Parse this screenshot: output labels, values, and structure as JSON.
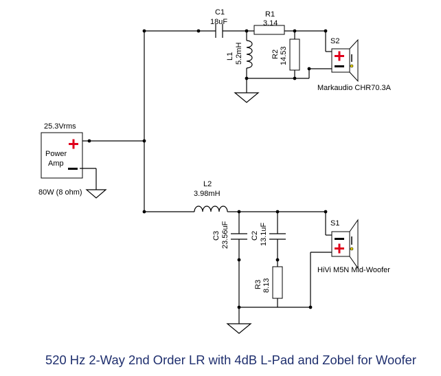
{
  "title": "520 Hz 2-Way 2nd Order LR with 4dB L-Pad and Zobel for Woofer",
  "amp": {
    "voltage": "25.3Vrms",
    "label_line1": "Power",
    "label_line2": "Amp",
    "rating": "80W (8 ohm)"
  },
  "tweeter_branch": {
    "c1": {
      "name": "C1",
      "value": "18uF"
    },
    "r1": {
      "name": "R1",
      "value": "3.14"
    },
    "l1": {
      "name": "L1",
      "value": "5.2mH"
    },
    "r2": {
      "name": "R2",
      "value": "14.53"
    },
    "speaker": {
      "name": "S2",
      "model": "Markaudio CHR70.3A"
    }
  },
  "woofer_branch": {
    "l2": {
      "name": "L2",
      "value": "3.98mH"
    },
    "c3": {
      "name": "C3",
      "value": "23.56uF"
    },
    "c2": {
      "name": "C2",
      "value": "13.1uF"
    },
    "r3": {
      "name": "R3",
      "value": "8.13"
    },
    "speaker": {
      "name": "S1",
      "model": "HiVi M5N Mid-Woofer"
    }
  },
  "colors": {
    "polarity_plus": "#e0001b",
    "title": "#1f2f6e"
  }
}
